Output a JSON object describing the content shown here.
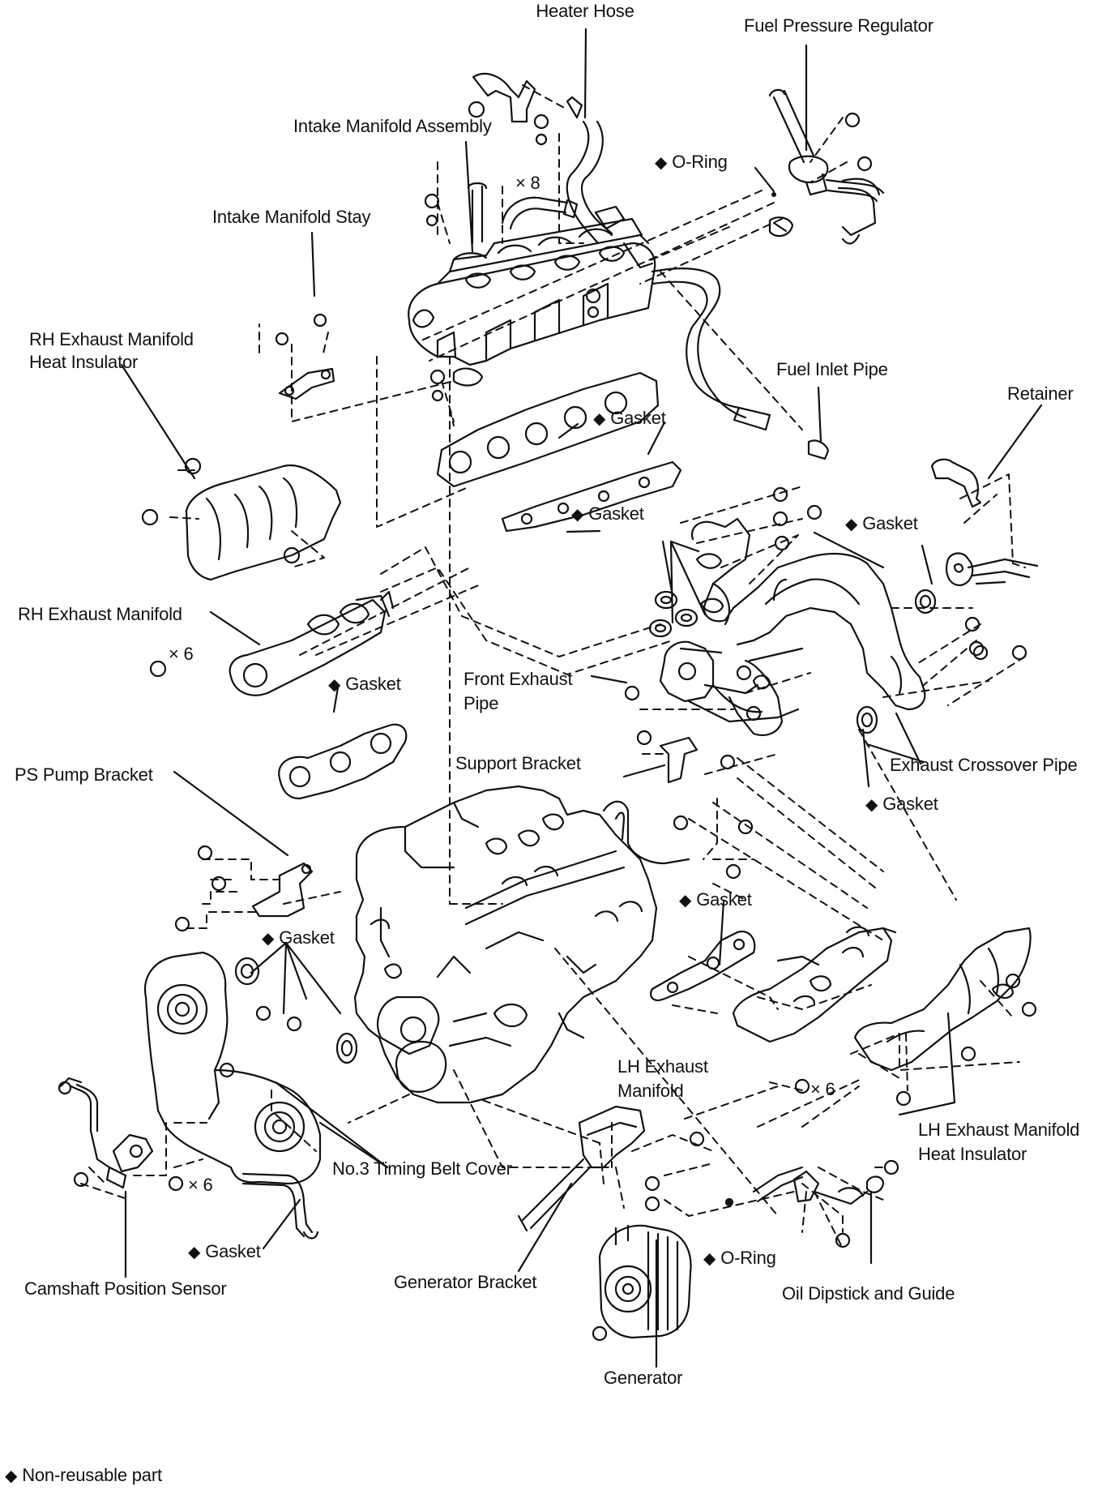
{
  "diagram": {
    "labels": {
      "heater_hose": "Heater Hose",
      "fuel_pressure_regulator": "Fuel Pressure Regulator",
      "intake_manifold_assembly": "Intake Manifold Assembly",
      "o_ring_top": "O-Ring",
      "x8": "× 8",
      "intake_manifold_stay": "Intake Manifold Stay",
      "rh_exhaust_manifold_heat_insulator_1": "RH Exhaust Manifold",
      "rh_exhaust_manifold_heat_insulator_2": "Heat Insulator",
      "fuel_inlet_pipe": "Fuel Inlet Pipe",
      "retainer": "Retainer",
      "gasket_intake_1": "Gasket",
      "gasket_intake_2": "Gasket",
      "gasket_crossover_top": "Gasket",
      "rh_exhaust_manifold": "RH Exhaust Manifold",
      "x6_rh": "× 6",
      "gasket_rh": "Gasket",
      "front_exhaust_pipe_1": "Front Exhaust",
      "front_exhaust_pipe_2": "Pipe",
      "support_bracket": "Support Bracket",
      "exhaust_crossover_pipe": "Exhaust Crossover Pipe",
      "gasket_crossover_bottom": "Gasket",
      "ps_pump_bracket": "PS Pump Bracket",
      "gasket_lh": "Gasket",
      "gasket_timing": "Gasket",
      "lh_exhaust_manifold_1": "LH Exhaust",
      "lh_exhaust_manifold_2": "Manifold",
      "x6_lh": "× 6",
      "lh_exhaust_manifold_heat_insulator_1": "LH Exhaust Manifold",
      "lh_exhaust_manifold_heat_insulator_2": "Heat Insulator",
      "no3_timing_belt_cover": "No.3 Timing Belt Cover",
      "x6_cover": "× 6",
      "gasket_cam": "Gasket",
      "o_ring_bottom": "O-Ring",
      "camshaft_position_sensor": "Camshaft Position Sensor",
      "generator_bracket": "Generator Bracket",
      "oil_dipstick_and_guide": "Oil Dipstick and Guide",
      "generator": "Generator"
    },
    "non_reusable_symbol": "◆"
  },
  "legend": {
    "symbol": "◆",
    "text": "Non-reusable part"
  },
  "colors": {
    "ink": "#111111",
    "background": "#ffffff"
  }
}
